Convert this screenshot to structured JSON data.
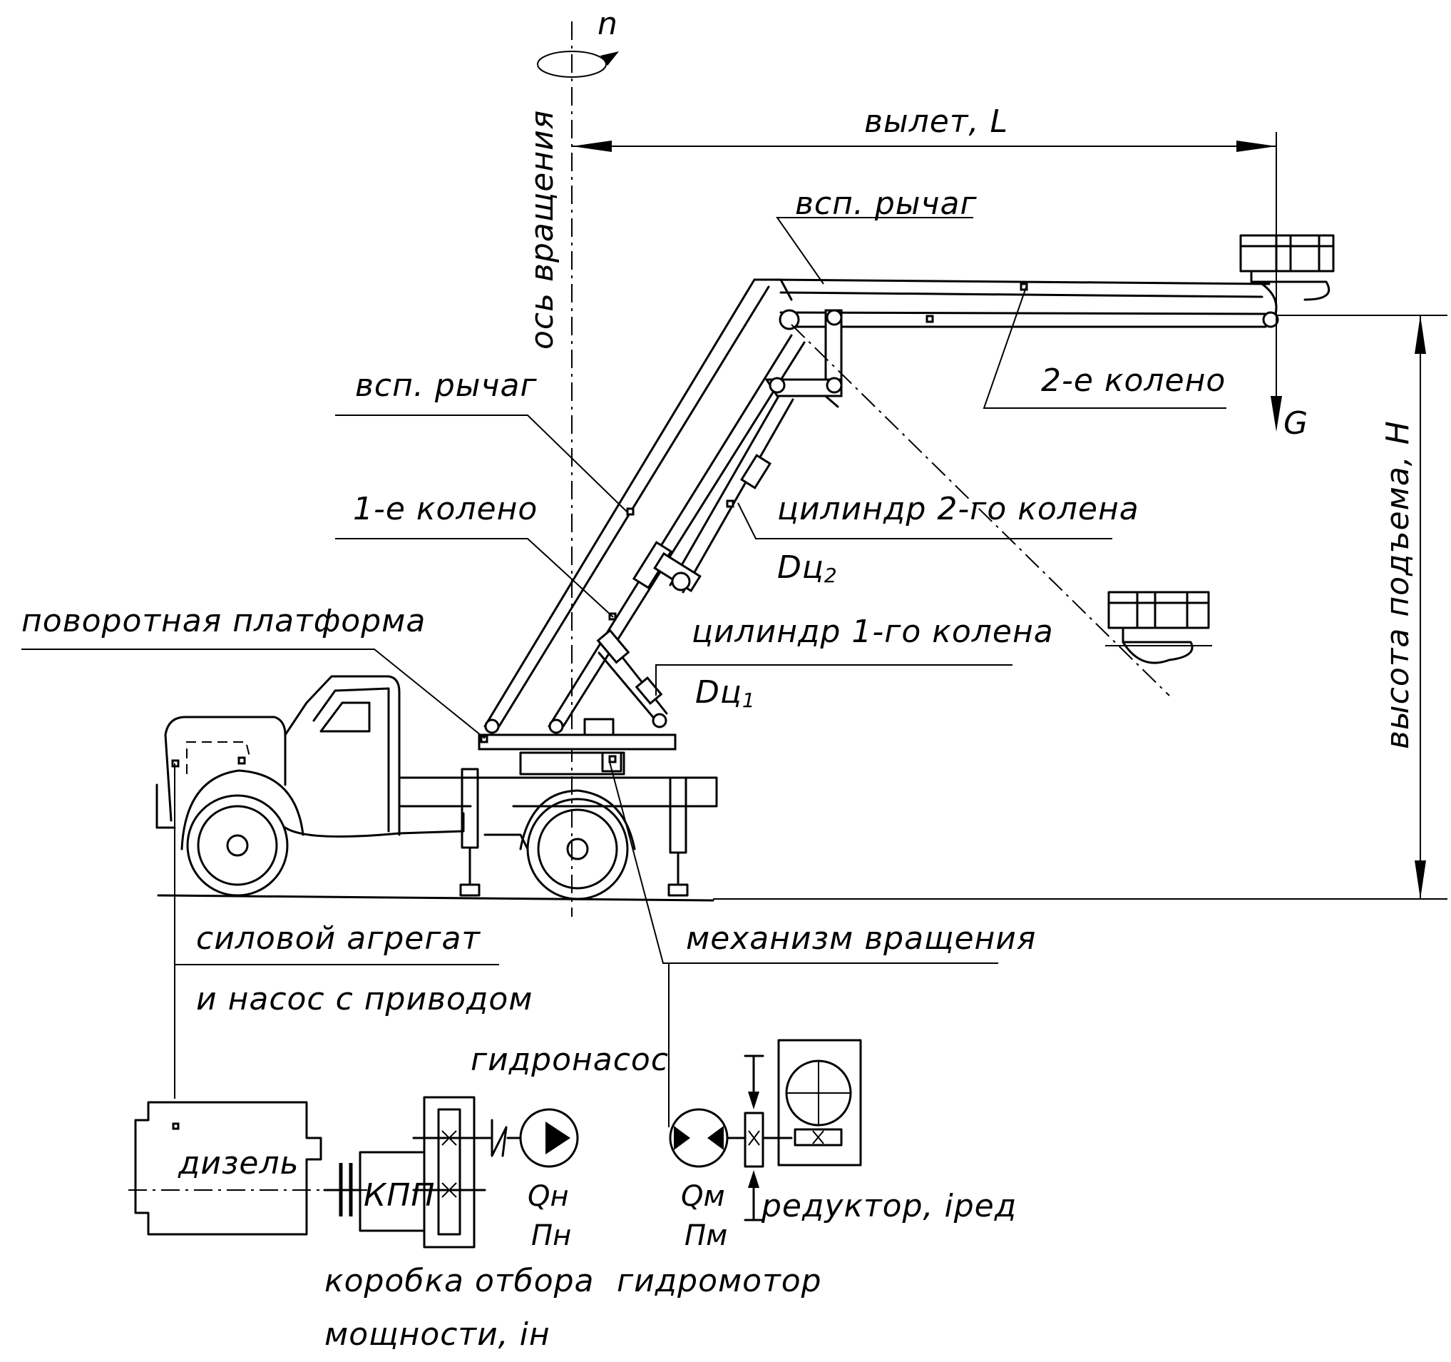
{
  "labels": {
    "rotation": "n",
    "reach": "вылет, L",
    "rotation_axis": "ось вращения",
    "aux_lever_top": "всп. рычаг",
    "aux_lever_left": "всп. рычаг",
    "knee2": "2-е колено",
    "load": "G",
    "knee1": "1-е колено",
    "cyl2": "цилиндр 2-го колена",
    "dc2_main": "Dц",
    "dc2_sub": "2",
    "platform": "поворотная платформа",
    "cyl1": "цилиндр 1-го колена",
    "dc1_main": "Dц",
    "dc1_sub": "1",
    "height": "высота подъема, H",
    "power_unit_1": "силовой агрегат",
    "power_unit_2": "и насос с приводом",
    "rotation_mech": "механизм вращения",
    "pump": "гидронасос",
    "diesel": "дизель",
    "gearbox": "КПП",
    "qn": "Qн",
    "pn": "Пн",
    "qm": "Qм",
    "pm": "Пм",
    "reducer": "редуктор, iред",
    "pto_1": "коробка отбора",
    "pto_2": "мощности, iн",
    "motor": "гидромотор"
  }
}
